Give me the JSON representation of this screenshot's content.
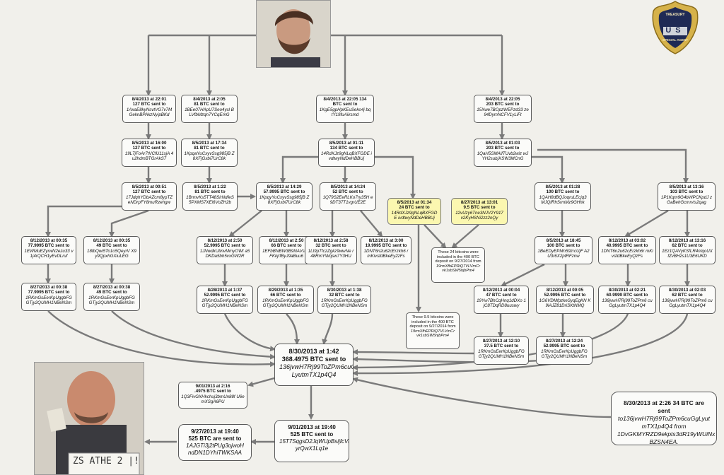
{
  "nodes": {
    "a1": {
      "head": "8/4/2013 at 22:01",
      "amount": "127 BTC sent to",
      "addr": "1AxaE8kyNsvtVG7v7M GeknBPAkzNyipBKd"
    },
    "a2": {
      "head": "8/4/2013 at 2:05",
      "amount": "81 BTC sent to",
      "addr": "1BEe07HApU7Seo4ysl BLVfbMzqn7YCqEmG"
    },
    "a3": {
      "head": "8/4/2013 at 22:05 134",
      "amount": "BTC sent to",
      "addr": "1KgE5gpHpKEuSeko4j bqtY19fuAiirsmd"
    },
    "a4": {
      "head": "8/4/2013 at 22:05",
      "amount": "203 BTC sent to",
      "addr": "15Xwe7BOpzWEPzd33 ze94DymNCFV1yLiFt"
    },
    "b1": {
      "head": "8/5/2013 at 16:00",
      "amount": "127 BTC sent to",
      "addr": "19L7jFoAr7tVCfU11sjA 4u2hdmBTGrAkS7"
    },
    "b2": {
      "head": "8/5/2013 at 17:34",
      "amount": "81 BTC sent to",
      "addr": "1KpqaYuCxyvSsg985jB Z8XFjGxbi7UrC8k"
    },
    "b3": {
      "head": "8/5/2013 at 01:11",
      "amount": "134 BTC sent to",
      "addr": "14RdXJz9gNLqBXFGDE ivdtwyNdDeHBBUj"
    },
    "b4": {
      "head": "8/5/2013 at 01:03",
      "amount": "203 BTC sent to",
      "addr": "1QaH5SMAifTUvb2wiz wJYH2subjXSW3MCnG"
    },
    "c1": {
      "head": "8/5/2013 at 00:51",
      "amount": "127 BTC sent to",
      "addr": "17JdqhYDbAZcm8ypTZ eNDrpFY8muRzehgw"
    },
    "c2": {
      "head": "8/5/2013 at 1:22",
      "amount": "81 BTC sent to",
      "addr": "1BrmvKs5TT48SirNdfeS 5PXMS7XEi6VoZH2b"
    },
    "c3": {
      "head": "8/5/2013 at 14:29",
      "amount": "57.9995 BTC sent to",
      "addr": "1KpqyYuCxyvSsg985jB Z8XFjGxbi7UrC8k"
    },
    "c4": {
      "head": "8/5/2013 at 14:24",
      "amount": "52 BTC sent to",
      "addr": "1Q79S2EeRLKo7ry35H e9DT37T1vgrUE2E"
    },
    "y1": {
      "head": "8/5/2013 at 01:34",
      "amount": "24 BTC sent to",
      "addr": "14RdXJz9gNLqBXFGDE ivdtwyNdDeHBBUj"
    },
    "y2": {
      "head": "8/27/2013 at 13:01",
      "amount": "9.5 BTC sent to",
      "addr": "12vUzy6Tne3NJV2Y917 v2KyHSNi2zz2nQy"
    },
    "c5": {
      "head": "8/5/2013 at 01:28",
      "amount": "100 BTC sent to",
      "addr": "1QAH8dBQJoqruLEcjq3 MJQfRhSrmMz9GHhk"
    },
    "c6": {
      "head": "8/5/2013 at 13:16",
      "amount": "103 BTC sent to",
      "addr": "1P1Kqm9G4bWPCKpdJ zGaBehGcmrvis2qag"
    },
    "d1": {
      "head": "8/12/2013 at 00:35",
      "amount": "77.9995 BTC sent to",
      "addr": "1EWMuEZyrwN2ezu33 v1j4rQCH1yEvDLruf"
    },
    "d2": {
      "head": "8/12/2013 at 00:35",
      "amount": "49 BTC sent to",
      "addr": "18tbQwi5To1o5QeyrV X9y9QpxhGXiuLEG"
    },
    "d3": {
      "head": "8/12/2013 at 2:50",
      "amount": "52.9995 BTC sent to",
      "addr": "1JNwdkUtinvMmyOWt a5DKDa5bh5vxGW2R"
    },
    "d4": {
      "head": "8/12/2013 at 2:50",
      "amount": "66 BTC sent to",
      "addr": "1EFbBNBW3B9NAVs byFKkjrfByJ9aBuu6"
    },
    "d5": {
      "head": "8/12/2013 at 2:58",
      "amount": "32 BTC sent to",
      "addr": "1Lt9pTfczZgkz9wwNe r48RmYWqsw7Y3HU"
    },
    "d6": {
      "head": "8/12/2013 at 3:00",
      "amount": "19.9995 BTC sent to",
      "addr": "1DNT6n2u62cErzkh6 rmKivsfdBkeEy2zFs"
    },
    "c7": {
      "head": "8/5/2013 at 18:45",
      "amount": "100 BTC sent to",
      "addr": "1BeEDyEPMn59zrcUjF A2U3r6X2ptRFznw"
    },
    "d7": {
      "head": "8/12/2013 at 03:02",
      "amount": "40.9995 BTC sent to",
      "addr": "1DNT6n2u62cErzkh6r mKivsfdBkeEyQzFs"
    },
    "d8": {
      "head": "8/12/2013 at 13:16",
      "amount": "62 BTC sent to",
      "addr": "1Ez1QAVyKSfLR4ntqoUX fZvBHzs1U3E6UKD"
    },
    "n1": {
      "text": "These 24 bitcoins were included in the 400 BTC deposit on 9/27/2014 from",
      "addr": "19rmXfhEPRiQ7VLVmCr vk1sbSW5hjbPm4"
    },
    "e1": {
      "head": "8/27/2013 at 00:38",
      "amount": "77.9995 BTC sent to",
      "addr": "1RKmGsEerKpUggbFG GTjy2QUMH1NBeNSm"
    },
    "e2": {
      "head": "8/27/2013 at 00:38",
      "amount": "49 BTC sent to",
      "addr": "1RKmGsEerKpUggbFG GTjy2QUMH1NBeNSm"
    },
    "e3": {
      "head": "8/28/2013 at 1:37",
      "amount": "52.9995 BTC sent to",
      "addr": "1RKmGsEerKpUggbFG GTjy2QUMH1NBeNSm"
    },
    "e4": {
      "head": "8/29/2013 at 1:35",
      "amount": "66 BTC sent to",
      "addr": "1RKmGsEerKpUggbFG GTjy2QUMH1NBeNSm"
    },
    "e5": {
      "head": "8/30/2013 at 1:38",
      "amount": "32 BTC sent to",
      "addr": "1RKmGsEerKpUggbFG GTjy2QUMH1NBeNSm"
    },
    "e6": {
      "head": "8/12/2013 at 00:04",
      "amount": "47 BTC sent to",
      "addr": "19Yw7BhCqHnq1dDXo 1jC8TDqRD8uuswy"
    },
    "e7": {
      "head": "8/12/2013 at 00:05",
      "amount": "52.9995 BTC sent to",
      "addr": "1G6VDMfpzkeSyqEgKN K9iAJZ81DriSKtNMQ"
    },
    "e8": {
      "head": "8/30/2013 at 02:21",
      "amount": "60.9999 BTC sent to",
      "addr": "136jvwH7Rj99ToZPm6 cuGgLyutmTX1p4Q4"
    },
    "e9": {
      "head": "8/30/2013 at 02:03",
      "amount": "62 BTC sent to",
      "addr": "136jvwH7Rj99ToZPm6 cuGgLyutmTX1p4Q4"
    },
    "n2": {
      "text": "These 9.5 bitcoins were included in the 400 BTC deposit on 9/27/2014 from",
      "addr": "19rmXfhEPRiQ7VLVmCr vk1sbSW5hjbPm4"
    },
    "f1": {
      "head": "8/27/2013 at 12:10",
      "amount": "37.5 BTC sent to",
      "addr": "1RKmGsEerKpUggbFG GTjy2QUMH1NBeNSm"
    },
    "f2": {
      "head": "8/27/2013 at 12:24",
      "amount": "52.9995 BTC sent to",
      "addr": "1RKmGsEerKpUggbFG GTjy2QUMH1NBeNSm"
    },
    "g1": {
      "head": "8/30/2013 at 1:42",
      "amount": "368.4975 BTC sent to",
      "addr": "136jvwH7Rj99ToZPm6cuGg LyutmTX1p4Q4"
    },
    "h1": {
      "head": "9/01/2013 at 2:16",
      "amount": ".4975 BTC sent to",
      "addr": "1Q3FivGXHkchuj3bmUn88f U6emXSgA6PU"
    },
    "h2": {
      "head": "9/27/2013 at 19:40",
      "amount": "525 BTC are sent to",
      "addr": "1AJGTi3j2tPUg3ojwoH ndDN1DYhiTWKSAA"
    },
    "h3": {
      "head": "9/01/2013 at 19:40",
      "amount": "525 BTC sent to",
      "addr": "15T7SqgsD2JqWUpBsijfcVuv yrQwX1Lq1e"
    },
    "an": {
      "head": "8/30/2013 at 2:26 34 BTC are sent",
      "addr": "to136jvwH7Rj99ToZPm6cuGgLyut mTX1p4Q4  from 1DvGKMYRZD9ekpts3dR19yWUiNx BZSN4EA."
    }
  },
  "badge": {
    "letters": "US",
    "top_text": "TREASURY",
    "bottom_text": "SPECIAL AGENT"
  },
  "photo_sign": "ZS ATHE  2 |!",
  "colors": {
    "line": "#7a7a7a",
    "box_border": "#5a5a5a",
    "highlight": "#fbf7b0",
    "paper": "#f1f0eb"
  }
}
